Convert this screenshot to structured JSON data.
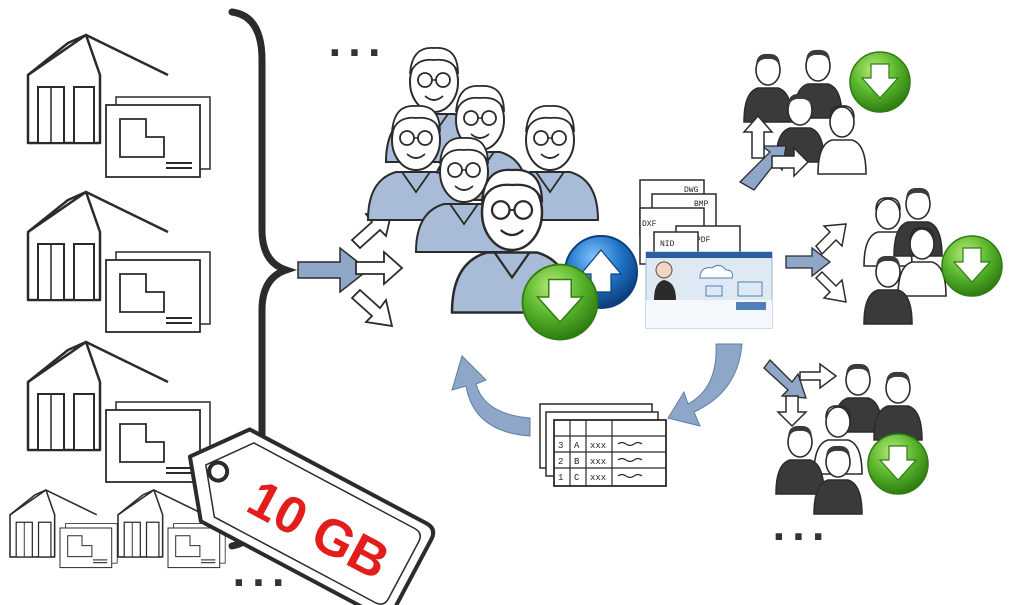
{
  "ellipsis": {
    "top": "...",
    "bottom_left": "...",
    "bottom_right": "..."
  },
  "price_tag": {
    "label": "10 GB",
    "color": "#e31c1c"
  },
  "file_formats": [
    "DWG",
    "BMP",
    "DXF",
    "PDF",
    "NID"
  ],
  "table_cells": {
    "letters": [
      "A",
      "B",
      "C"
    ],
    "numbers": [
      "3",
      "2",
      "1"
    ],
    "mark": "xxx"
  },
  "colors": {
    "people_blue": "#a9bcd7",
    "arrow_blue": "#8ea6c8",
    "download_green": "#5bb030",
    "upload_blue": "#1f73c7",
    "ink": "#2b2b2b",
    "dark_figure": "#3a3a3a"
  },
  "icons": [
    "house-icon",
    "floor-plan-icon",
    "people-group-icon",
    "download-icon",
    "upload-icon",
    "cloud-screen-icon",
    "spreadsheet-icon"
  ]
}
